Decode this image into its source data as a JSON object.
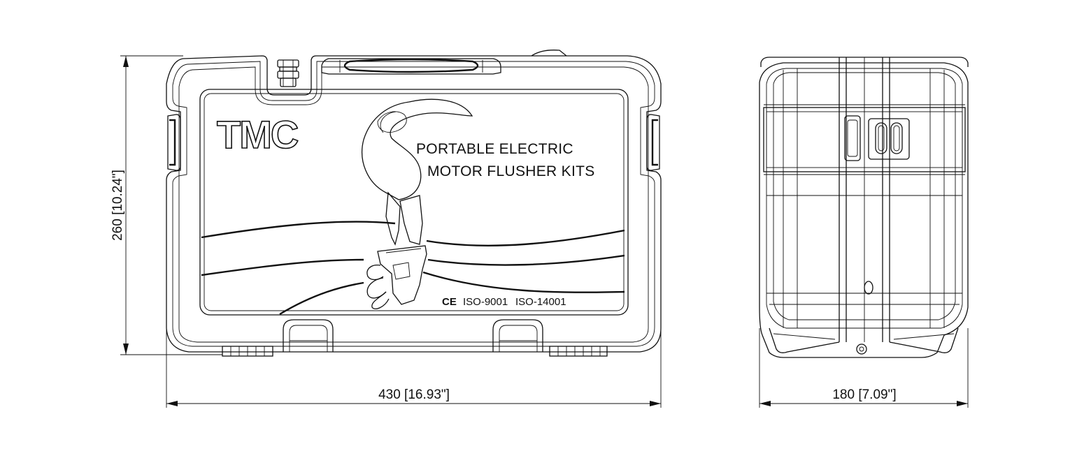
{
  "front_view": {
    "brand": "TMC",
    "product_line_1": "PORTABLE ELECTRIC",
    "product_line_2": "MOTOR FLUSHER KITS",
    "ce_mark": "CE",
    "certification_1": "ISO-9001",
    "certification_2": "ISO-14001"
  },
  "dimensions": {
    "height": "260 [10.24\"]",
    "width": "430 [16.93\"]",
    "depth": "180 [7.09\"]"
  }
}
